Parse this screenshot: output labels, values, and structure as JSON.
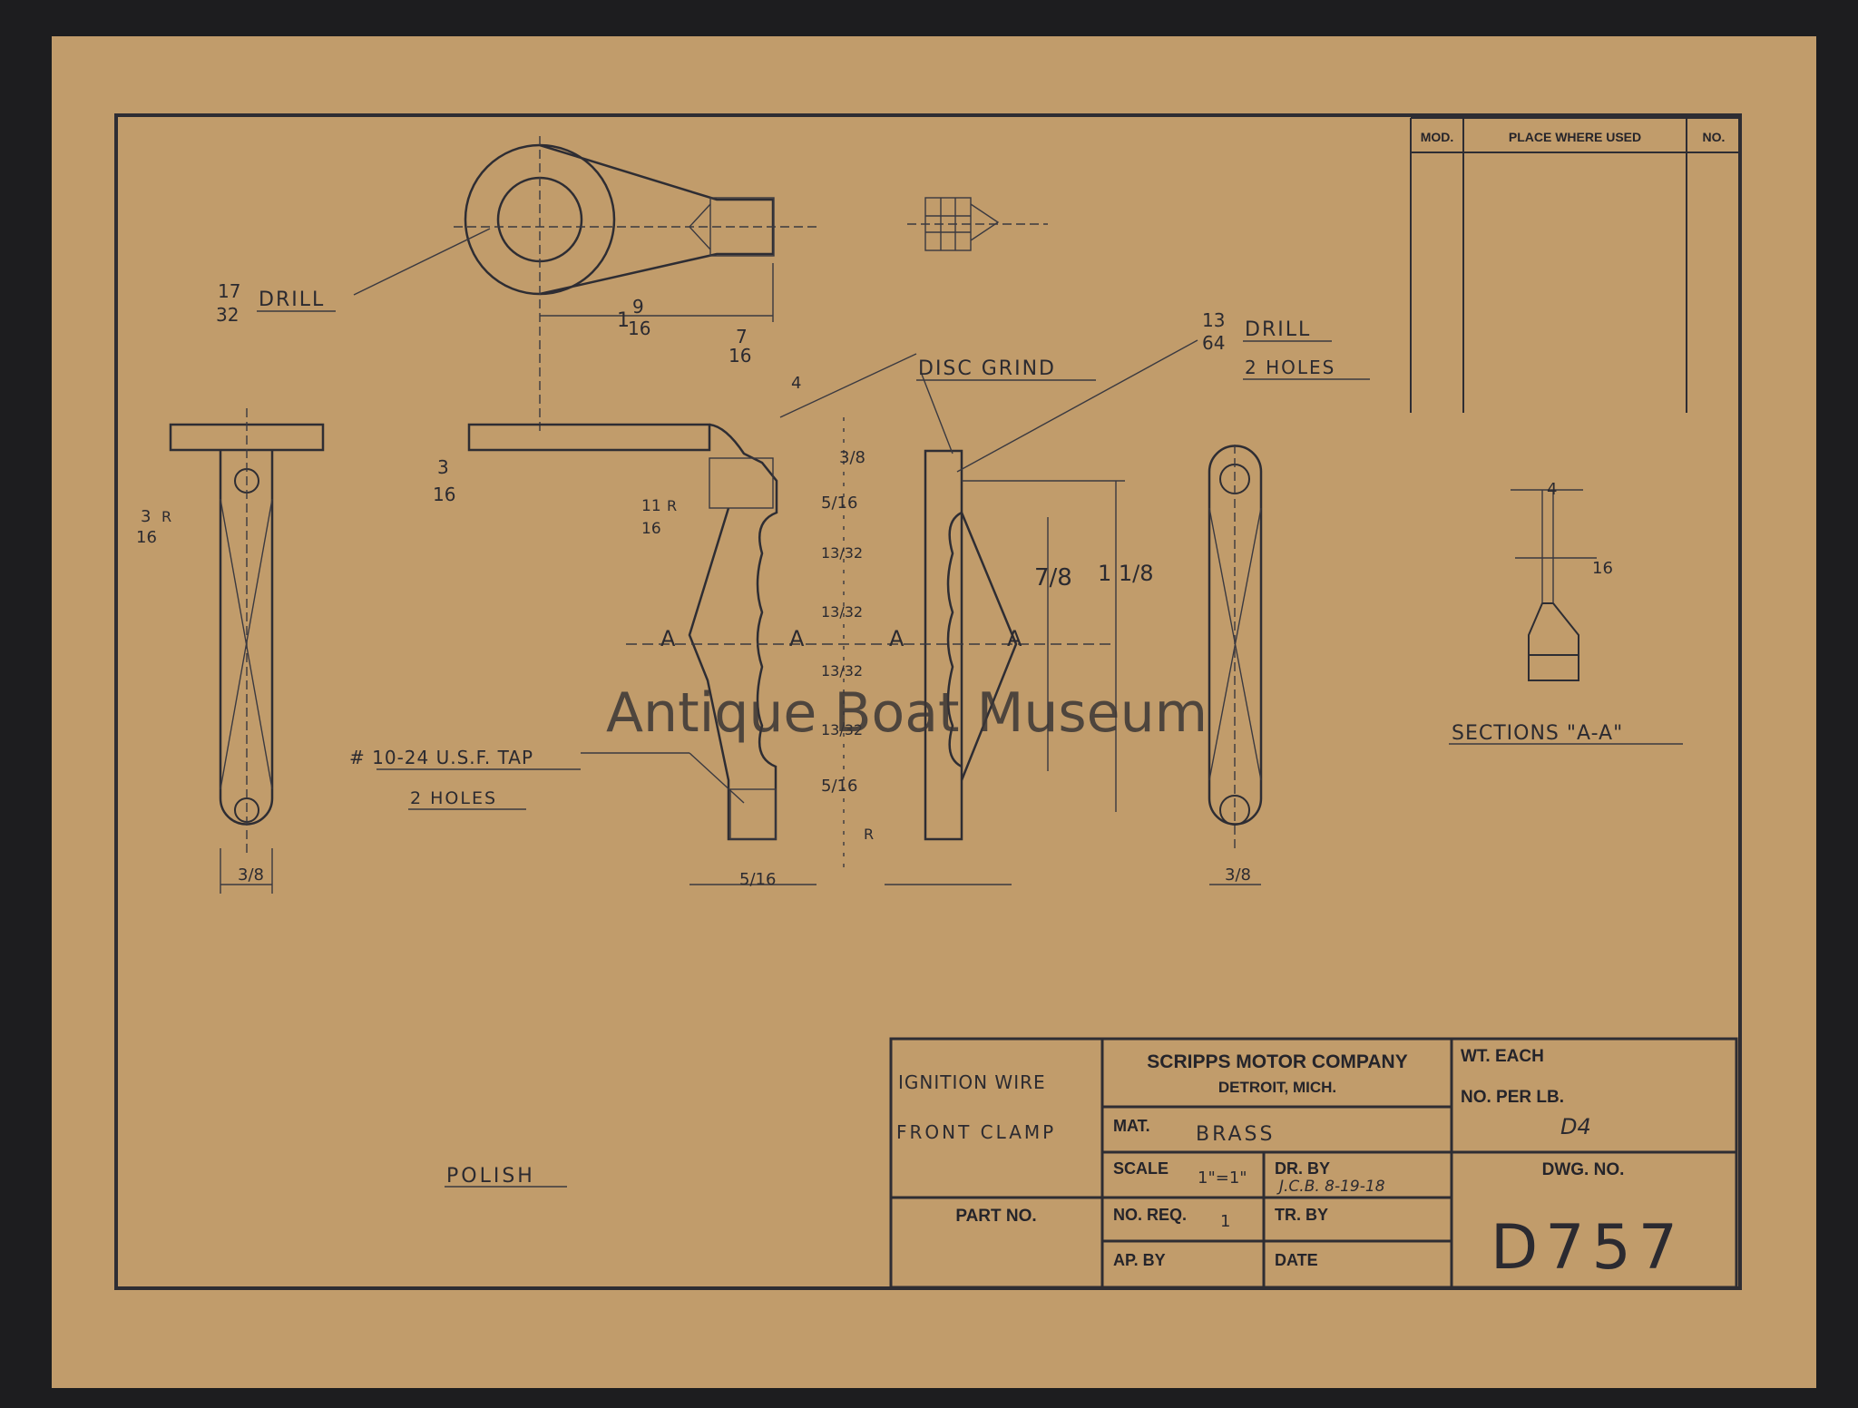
{
  "watermark": "Antique Boat Museum",
  "revision_table": {
    "mod": "MOD.",
    "place": "PLACE WHERE USED",
    "no": "NO."
  },
  "title_block": {
    "part_name_1": "IGNITION WIRE",
    "part_name_2": "FRONT CLAMP",
    "company": "SCRIPPS MOTOR COMPANY",
    "city": "DETROIT, MICH.",
    "mat_label": "MAT.",
    "mat_value": "BRASS",
    "scale_label": "SCALE",
    "scale_value": "1\"=1\"",
    "dr_by_label": "DR. BY",
    "dr_by_value": "J.C.B. 8-19-18",
    "part_no_label": "PART NO.",
    "no_req_label": "NO. REQ.",
    "no_req_value": "1",
    "tr_by_label": "TR. BY",
    "ap_by_label": "AP. BY",
    "date_label": "DATE",
    "wt_each_label": "WT. EACH",
    "no_per_lb_label": "NO. PER LB.",
    "no_per_lb_value": "D4",
    "dwg_no_label": "DWG. NO.",
    "dwg_no_value": "D757"
  },
  "notes": {
    "polish": "POLISH",
    "drill_17_32": "DRILL",
    "drill_13_64": "DRILL",
    "two_holes_a": "2 HOLES",
    "disc_grind": "DISC GRIND",
    "tap": "# 10-24 U.S.F. TAP",
    "two_holes_b": "2 HOLES",
    "sections": "SECTIONS \"A-A\"",
    "section_a": "A"
  },
  "dimensions": {
    "d17": "17",
    "d32": "32",
    "d1": "1",
    "d9": "9",
    "d16": "16",
    "d7": "7",
    "d4": "4",
    "d3": "3",
    "d8": "8",
    "d5": "5",
    "d11": "11",
    "d13": "13",
    "d64": "64",
    "d2": "2",
    "r": "R",
    "f3_8": "3/8",
    "f5_16": "5/16",
    "f13_32": "13/32",
    "f7_8": "7/8",
    "f1_1_8": "1 1/8"
  }
}
